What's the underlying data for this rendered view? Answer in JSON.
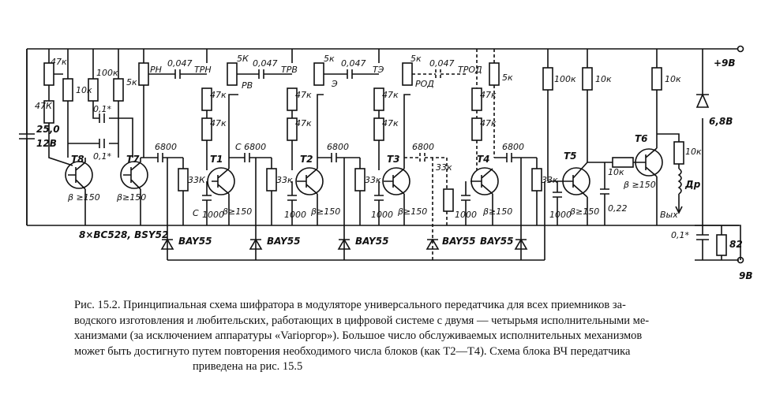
{
  "schematic": {
    "supply_pos": "+9В",
    "supply_neg": "9В",
    "c_input_val": "25,0",
    "c_input_volt": "12В",
    "pot_47k": "47к",
    "r_47k_1": "47К",
    "r_10k_1": "10к",
    "r_100k_1": "100к",
    "r_5k_1": "5к",
    "c_01_a": "0,1*",
    "c_01_b": "0,1*",
    "t8": "Т8",
    "t7": "Т7",
    "beta8": "β ≥150",
    "beta7": "β≥150",
    "types": "8×ВС528, BSY52",
    "c6800_1": "6800",
    "c6800_2": "С 6800",
    "c6800_3": "6800",
    "c6800_4": "6800",
    "c6800_5": "6800",
    "c0047_1": "0,047",
    "c0047_2": "0,047",
    "c0047_3": "0,047",
    "c0047_4": "0,047",
    "rh": "РН",
    "trh": "ТРН",
    "rv": "РВ",
    "trv": "ТРВ",
    "e": "Э",
    "te": "ТЭ",
    "rod": "РОД",
    "trod": "ТРОД",
    "k5_1": "5К",
    "k5_2": "5к",
    "k5_3": "5к",
    "k5_4": "5к",
    "r47k_a": "47к",
    "r47k_b": "47к",
    "r47k_c": "47к",
    "r47k_d": "47к",
    "r47k_e": "47к",
    "r47k_f": "47к",
    "r47k_g": "47к",
    "r47k_h": "47к",
    "r33k_1": "33К",
    "r33k_2": "33к",
    "r33k_3": "33к",
    "r33k_4": "33к",
    "r33k_5": "33к",
    "t1": "Т1",
    "t2": "Т2",
    "t3": "Т3",
    "t4": "Т4",
    "t5": "Т5",
    "t6": "Т6",
    "c_label": "С",
    "c1000_1": "1000",
    "c1000_2": "1000",
    "c1000_3": "1000",
    "c1000_4": "1000",
    "c1000_5": "1000",
    "beta_1": "β≥150",
    "beta_2": "β≥150",
    "beta_3": "β≥150",
    "beta_4": "β≥150",
    "beta_5": "β≥150",
    "beta_6": "β ≥150",
    "bay55_1": "BAY55",
    "bay55_2": "BAY55",
    "bay55_3": "BAY55",
    "bay55_4": "BAY55",
    "bay55_5": "BAY55",
    "r100k_5": "100к",
    "r10k_5": "10к",
    "r10k_6": "10к",
    "r10k_base6": "10к",
    "c022": "0,22",
    "r10k_out": "10к",
    "dr": "Др",
    "vyh": "Вых",
    "zener": "6,8В",
    "c01_out": "0,1*",
    "r82": "82"
  },
  "caption": {
    "line1": "Рис. 15.2. Принципиальная схема шифратора в модуляторе универсального передатчика для всех приемников за-",
    "line2": "водского изготовления и любительских, работающих в цифровой системе с двумя — четырьмя исполнительными ме-",
    "line3": "ханизмами (за исключением аппаратуры «Variоргор»). Большое число обслуживаемых исполнительных механизмов",
    "line4": "может быть достигнуто путем повторения необходимого числа блоков (как Т2—Т4). Схема  блока ВЧ  передатчика",
    "line5": "приведена на рис. 15.5"
  }
}
